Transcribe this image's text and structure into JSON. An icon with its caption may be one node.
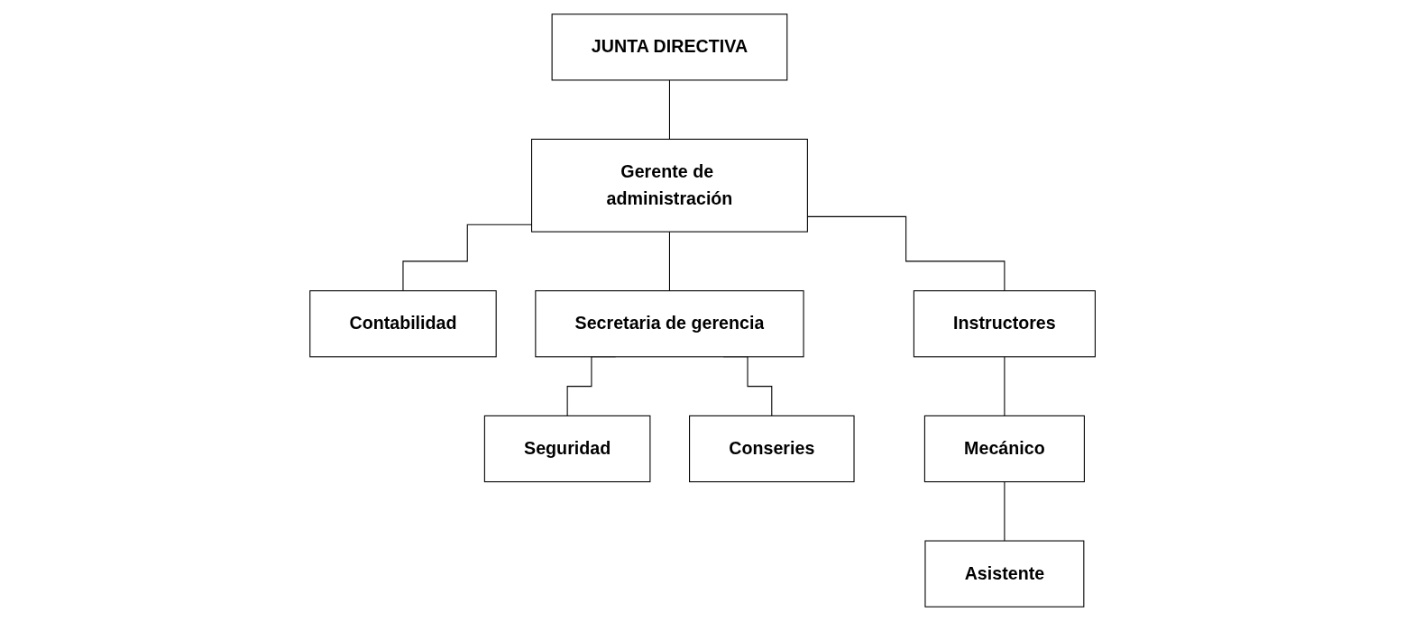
{
  "diagram": {
    "nodes": [
      {
        "text": [
          "JUNTA DIRECTIVA"
        ]
      },
      {
        "text": [
          "Gerente de administración"
        ]
      },
      {
        "text": [
          "Contabilidad"
        ]
      },
      {
        "text": [
          "Secretaria de gerencia"
        ]
      },
      {
        "text": [
          "Instructores"
        ]
      },
      {
        "text": [
          "Seguridad"
        ]
      },
      {
        "text": [
          "Conseries"
        ]
      },
      {
        "text": [
          "Mecánico"
        ]
      },
      {
        "text": [
          "Asistente"
        ]
      }
    ],
    "edges": [
      {
        "from": 0,
        "to": 1,
        "arrow": "none"
      },
      {
        "from": 1,
        "to": 2,
        "arrow": "none"
      },
      {
        "from": 1,
        "to": 3,
        "arrow": "none"
      },
      {
        "from": 1,
        "to": 4,
        "arrow": "none"
      },
      {
        "from": 3,
        "to": 5,
        "arrow": "none"
      },
      {
        "from": 3,
        "to": 6,
        "arrow": "none"
      },
      {
        "from": 4,
        "to": 7,
        "arrow": "none"
      },
      {
        "from": 7,
        "to": 8,
        "arrow": "none"
      }
    ]
  }
}
